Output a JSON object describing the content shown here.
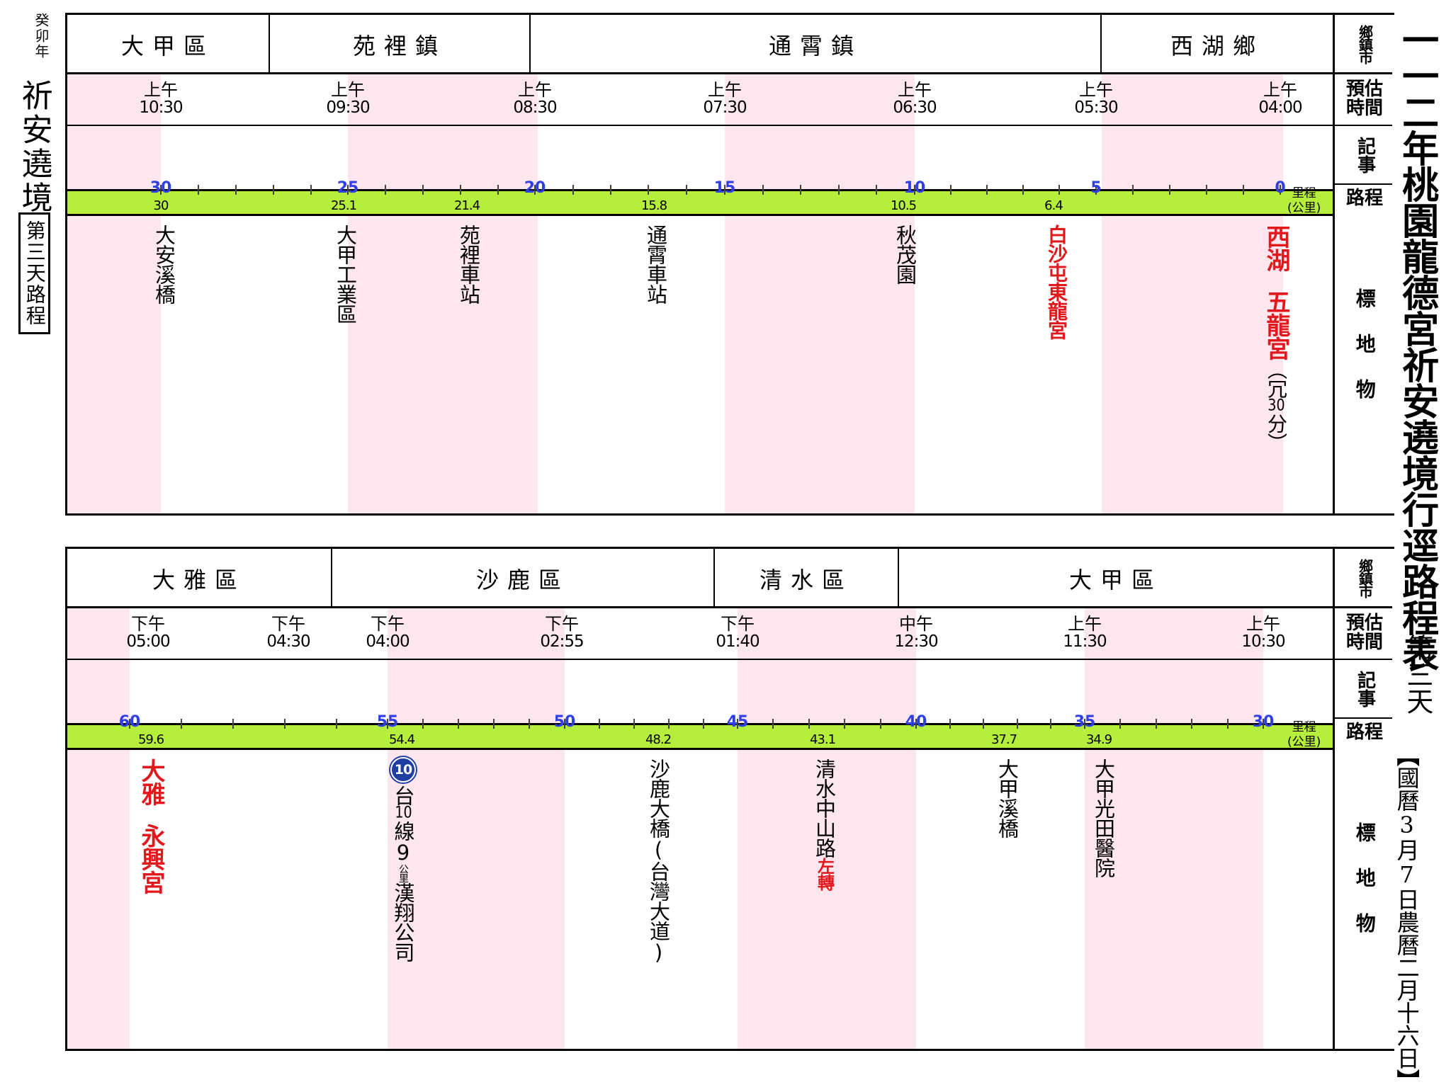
{
  "header": {
    "year": "癸卯年",
    "left_title": "祈安遶境",
    "day_box": "第三天路程",
    "right_title": "一一二年桃園龍德宮祈安遶境行逕路程表",
    "right_sub": "第三天",
    "date_gregorian": "國曆3月7日",
    "date_lunar": "農曆二月十六日",
    "bracket_open": "【",
    "bracket_close": "】"
  },
  "legend": {
    "town": "鄉鎮市",
    "time": "預估時間",
    "notes": "記事",
    "route": "路程",
    "landmark": "標地物",
    "unit_line1": "里程",
    "unit_line2": "(公里)"
  },
  "top": {
    "towns": [
      "大甲區",
      "苑裡鎮",
      "通霄鎮",
      "西湖鄉"
    ],
    "times": [
      {
        "period": "上午",
        "clock": "10:30"
      },
      {
        "period": "上午",
        "clock": "09:30"
      },
      {
        "period": "上午",
        "clock": "08:30"
      },
      {
        "period": "上午",
        "clock": "07:30"
      },
      {
        "period": "上午",
        "clock": "06:30"
      },
      {
        "period": "上午",
        "clock": "05:30"
      },
      {
        "period": "上午",
        "clock": "04:00"
      }
    ],
    "km_major": [
      "30",
      "25",
      "20",
      "15",
      "10",
      "5",
      "0"
    ],
    "km_values": [
      "30",
      "25.1",
      "21.4",
      "15.8",
      "10.5",
      "6.4"
    ],
    "landmarks": {
      "l1": "大安溪橋",
      "l2": "大甲工業區",
      "l3": "苑裡車站",
      "l4": "通霄車站",
      "l5": "秋茂園",
      "l6": "白沙屯東龍宮",
      "l7a": "西湖",
      "l7b": "五龍宮",
      "l7c_open": "（",
      "l7c_a": "冗",
      "l7c_num": "30",
      "l7c_b": "分",
      "l7c_close": "）"
    }
  },
  "bottom": {
    "towns": [
      "大雅區",
      "沙鹿區",
      "清水區",
      "大甲區"
    ],
    "times": [
      {
        "period": "下午",
        "clock": "05:00"
      },
      {
        "period": "下午",
        "clock": "04:30"
      },
      {
        "period": "下午",
        "clock": "04:00"
      },
      {
        "period": "下午",
        "clock": "02:55"
      },
      {
        "period": "下午",
        "clock": "01:40"
      },
      {
        "period": "中午",
        "clock": "12:30"
      },
      {
        "period": "上午",
        "clock": "11:30"
      },
      {
        "period": "上午",
        "clock": "10:30"
      }
    ],
    "km_major": [
      "60",
      "55",
      "50",
      "45",
      "40",
      "35",
      "30"
    ],
    "km_values": [
      "59.6",
      "54.4",
      "48.2",
      "43.1",
      "37.7",
      "34.9"
    ],
    "landmarks": {
      "l1a": "大雅",
      "l1b": "永興宮",
      "route_badge": "10",
      "l2a": "台",
      "l2num": "10",
      "l2b": "線",
      "l2num2": "9",
      "l2unit": "公里",
      "l2c": "漢翔公司",
      "l3": "沙鹿大橋(台灣大道)",
      "l4": "清水中山路",
      "l4turn": "左轉",
      "l5": "大甲溪橋",
      "l6": "大甲光田醫院"
    }
  }
}
